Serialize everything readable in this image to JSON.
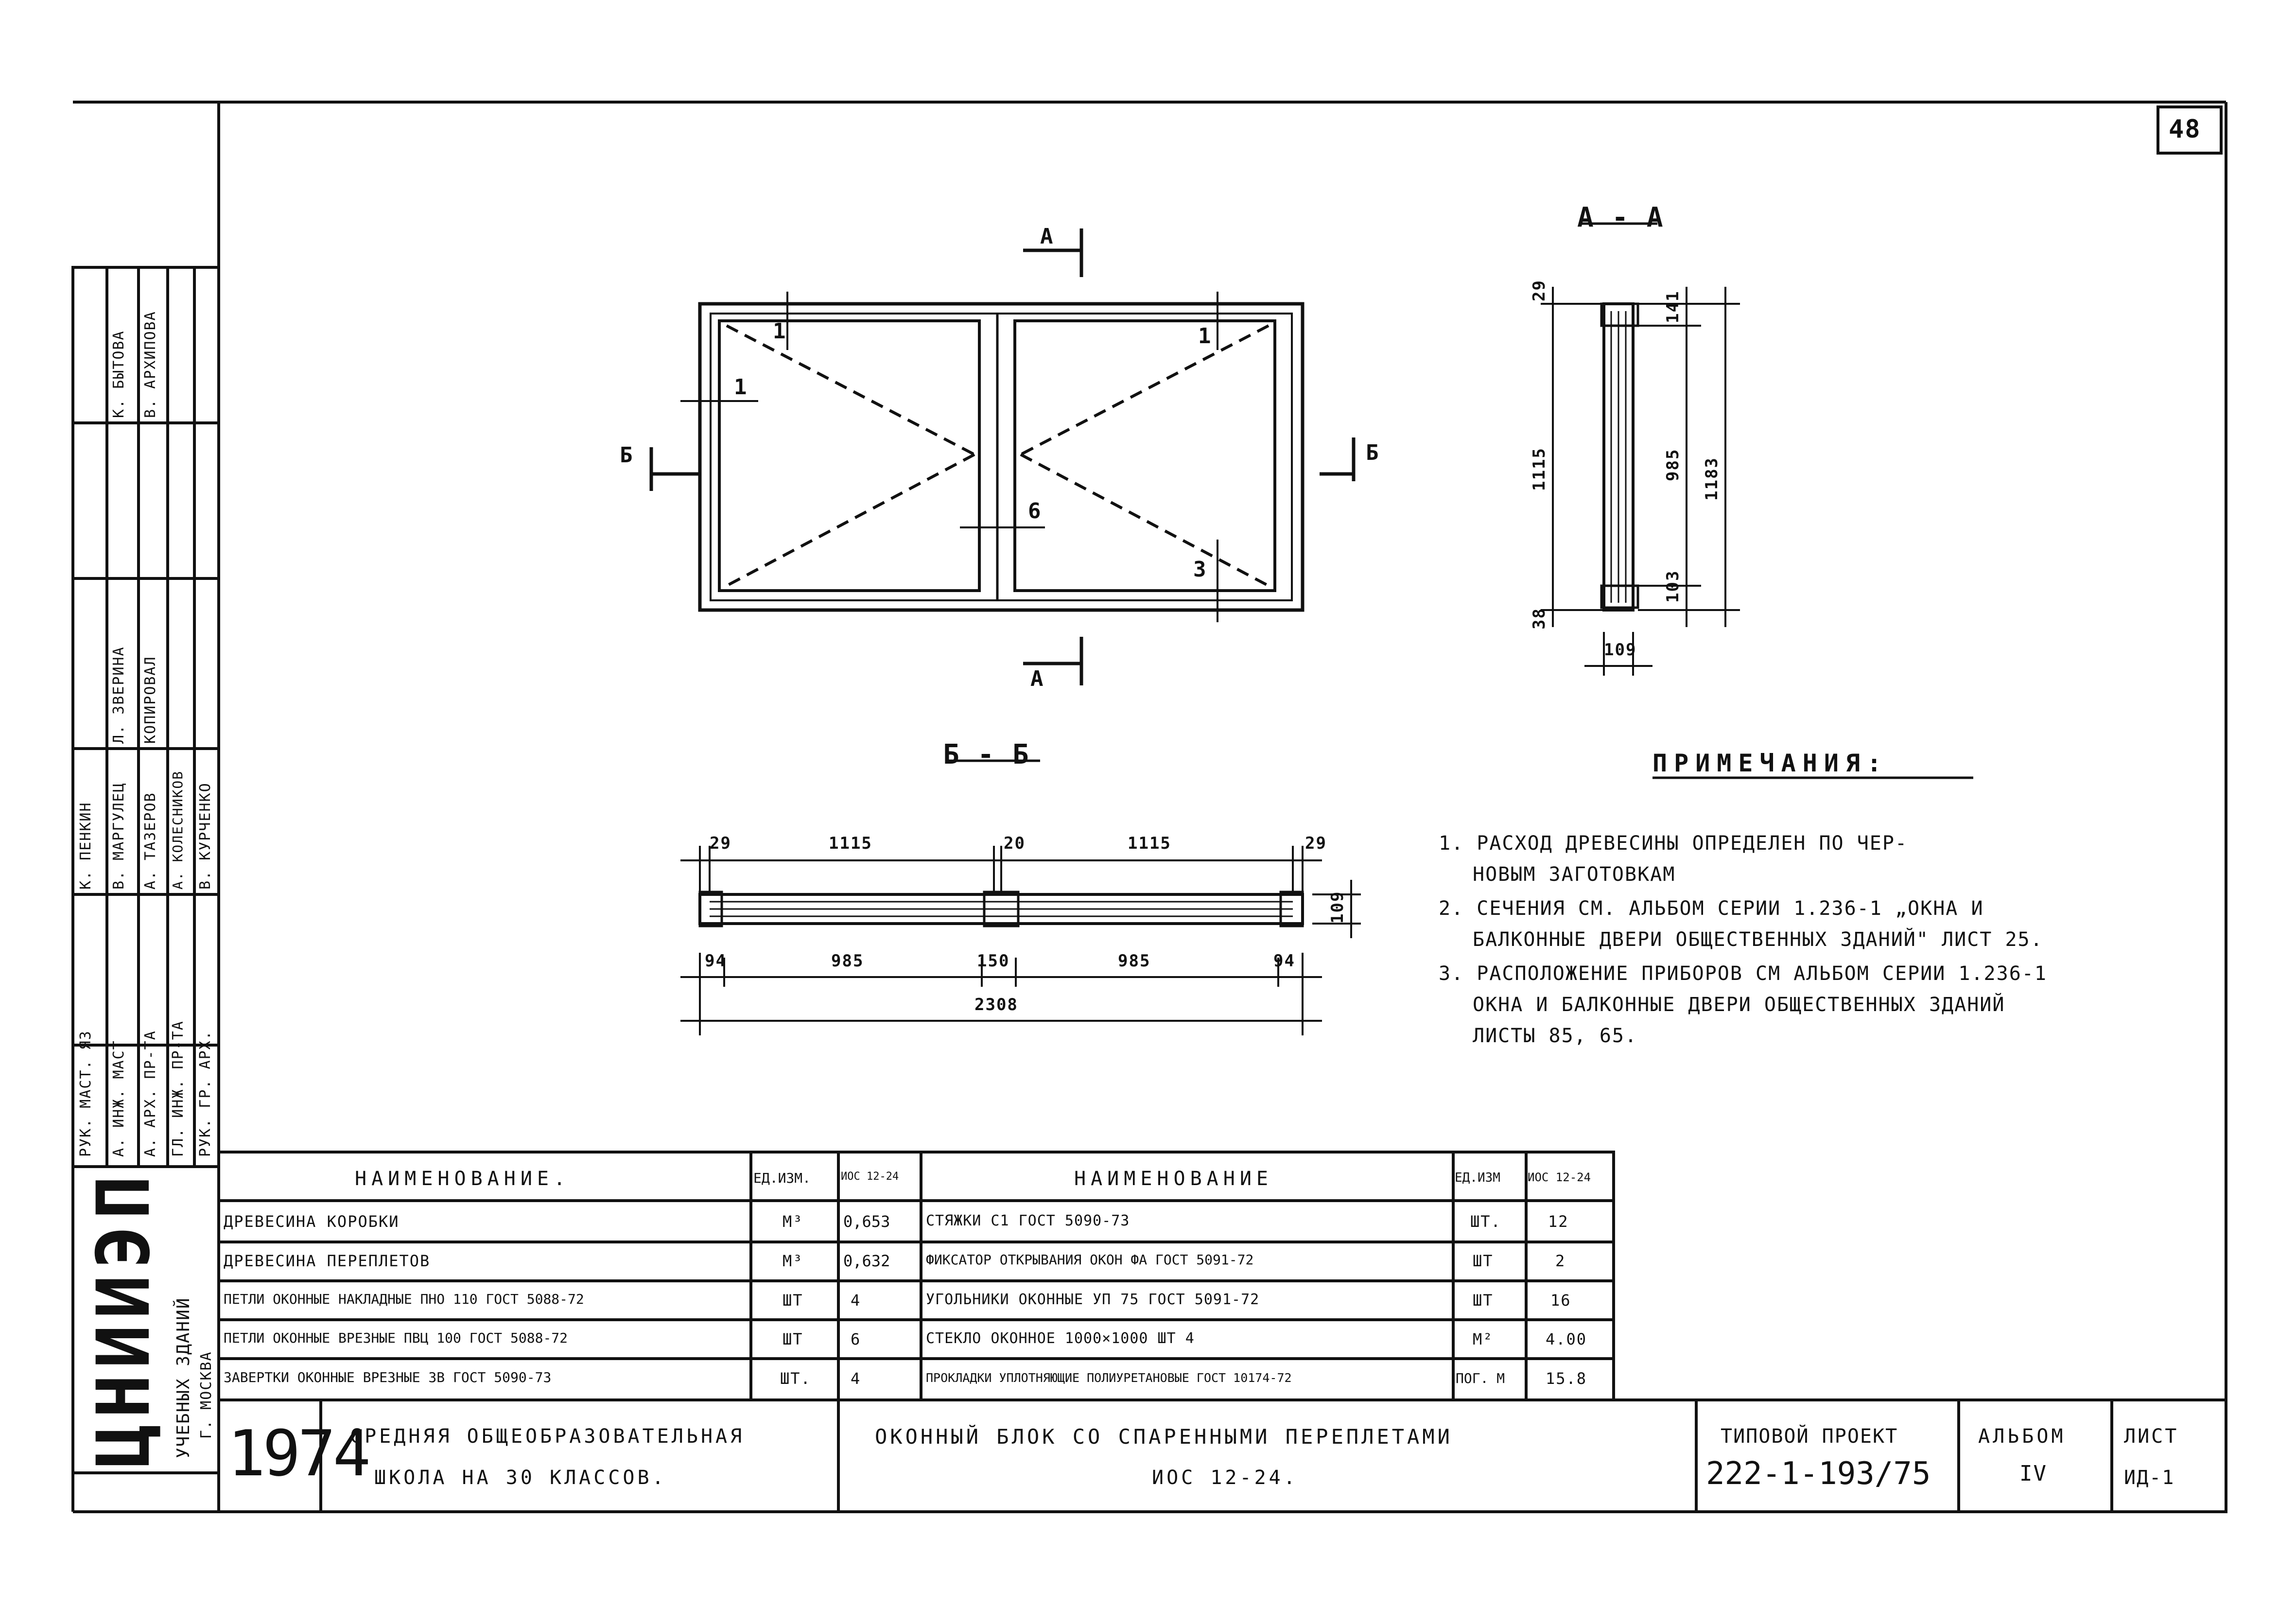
{
  "sheet_number": "48",
  "sections": {
    "aa_title": "А - А",
    "bb_title": "Б - Б",
    "cut_a": "А",
    "cut_b": "Б",
    "callout_1": "1",
    "callout_3": "3",
    "callout_6": "6"
  },
  "dims": {
    "aa": {
      "top_left": "29",
      "height_left": "1115",
      "bottom_left": "38",
      "top_right": "141",
      "middle_right": "985",
      "overall_right": "1183",
      "bottom_right": "103",
      "depth": "109"
    },
    "bb": {
      "left_edge": "29",
      "left_span": "1115",
      "middle_gap": "20",
      "right_span": "1115",
      "right_edge": "29",
      "depth": "109",
      "left_end": "94",
      "left_glass": "985",
      "mid_post": "150",
      "right_glass": "985",
      "right_end": "94",
      "overall": "2308"
    }
  },
  "notes": {
    "title": "ПРИМЕЧАНИЯ:",
    "items": [
      [
        "1. РАСХОД ДРЕВЕСИНЫ ОПРЕДЕЛЕН ПО ЧЕР-",
        "НОВЫМ ЗАГОТОВКАМ"
      ],
      [
        "2. СЕЧЕНИЯ СМ. АЛЬБОМ СЕРИИ 1.236-1 „ОКНА И",
        "БАЛКОННЫЕ ДВЕРИ ОБЩЕСТВЕННЫХ ЗДАНИЙ\" ЛИСТ 25."
      ],
      [
        "3. РАСПОЛОЖЕНИЕ ПРИБОРОВ СМ АЛЬБОМ СЕРИИ 1.236-1",
        "ОКНА И БАЛКОННЫЕ ДВЕРИ ОБЩЕСТВЕННЫХ ЗДАНИЙ",
        "ЛИСТЫ 85, 65."
      ]
    ]
  },
  "spec": {
    "headers": [
      "НАИМЕНОВАНИЕ.",
      "ЕД.ИЗМ.",
      "ИОС 12-24",
      "НАИМЕНОВАНИЕ",
      "ЕД.ИЗМ",
      "ИОС 12-24"
    ],
    "rows": [
      [
        "ДРЕВЕСИНА КОРОБКИ",
        "М³",
        "0,653",
        "СТЯЖКИ С1 ГОСТ 5090-73",
        "ШТ.",
        "12"
      ],
      [
        "ДРЕВЕСИНА ПЕРЕПЛЕТОВ",
        "М³",
        "0,632",
        "ФИКСАТОР ОТКРЫВАНИЯ ОКОН ФА ГОСТ 5091-72",
        "ШТ",
        "2"
      ],
      [
        "ПЕТЛИ ОКОННЫЕ НАКЛАДНЫЕ ПНО 110 ГОСТ 5088-72",
        "ШТ",
        "4",
        "УГОЛЬНИКИ ОКОННЫЕ УП 75 ГОСТ 5091-72",
        "ШТ",
        "16"
      ],
      [
        "ПЕТЛИ ОКОННЫЕ ВРЕЗНЫЕ ПВЦ 100 ГОСТ 5088-72",
        "ШТ",
        "6",
        "СТЕКЛО ОКОННОЕ 1000×1000 ШТ 4",
        "М²",
        "4.00"
      ],
      [
        "ЗАВЕРТКИ ОКОННЫЕ ВРЕЗНЫЕ ЗВ ГОСТ 5090-73",
        "ШТ.",
        "4",
        "ПРОКЛАДКИ УПЛОТНЯЮЩИЕ ПОЛИУРЕТАНОВЫЕ ГОСТ 10174-72",
        "ПОГ. М",
        "15.8"
      ]
    ]
  },
  "title_block": {
    "org_name": "ЦНИИЭП",
    "org_sub1": "УЧЕБНЫХ ЗДАНИЙ",
    "org_sub2": "Г. МОСКВА",
    "year": "1974",
    "project_line1": "СРЕДНЯЯ ОБЩЕОБРАЗОВАТЕЛЬНАЯ",
    "project_line2": "ШКОЛА НА 30 КЛАССОВ.",
    "sheet_title1": "ОКОННЫЙ БЛОК СО СПАРЕННЫМИ ПЕРЕПЛЕТАМИ",
    "sheet_title2": "ИОС 12-24.",
    "typ_label": "ТИПОВОЙ ПРОЕКТ",
    "typ_number": "222-1-193/75",
    "album_label": "АЛЬБОМ",
    "album_value": "IV",
    "list_label": "ЛИСТ",
    "list_value": "ИД-1"
  },
  "staff": {
    "roles": [
      "РУК. МАСТ. ЯЗ",
      "А. ИНЖ. МАСТ",
      "А. АРХ. ПР-ТА",
      "ГЛ. ИНЖ. ПР-ТА",
      "РУК. ГР. АРХ."
    ],
    "names": [
      "К. ПЕНКИН",
      "В. МАРГУЛЕЦ",
      "А. ТАЗЕРОВ",
      "А. КОЛЕСНИКОВ",
      "В. КУРЧЕНКО"
    ],
    "extra": [
      "Л. ЗВЕРИНА",
      "КОПИРОВАЛ",
      "К. БЫТОВА",
      "В. АРХИПОВА"
    ]
  }
}
